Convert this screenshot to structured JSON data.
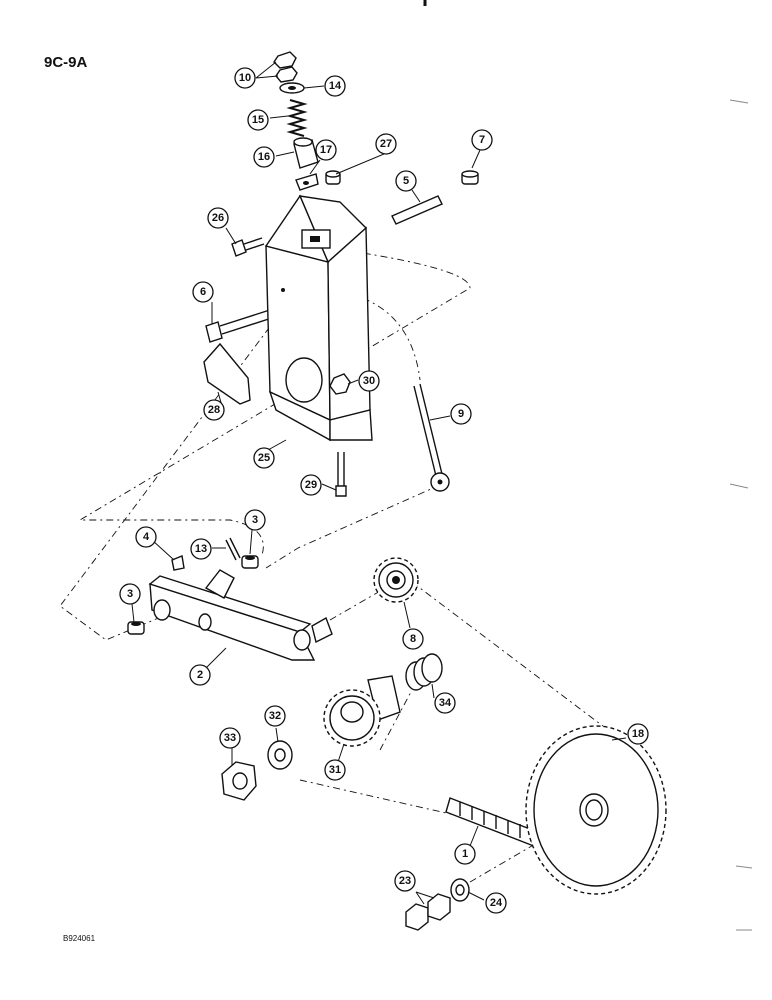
{
  "page": {
    "title": "9C-9A",
    "drawing_code": "B924061"
  },
  "callouts": [
    {
      "label": "10"
    },
    {
      "label": "14"
    },
    {
      "label": "15"
    },
    {
      "label": "16"
    },
    {
      "label": "17"
    },
    {
      "label": "27"
    },
    {
      "label": "7"
    },
    {
      "label": "5"
    },
    {
      "label": "26"
    },
    {
      "label": "6"
    },
    {
      "label": "28"
    },
    {
      "label": "30"
    },
    {
      "label": "9"
    },
    {
      "label": "25"
    },
    {
      "label": "29"
    },
    {
      "label": "4"
    },
    {
      "label": "13"
    },
    {
      "label": "3"
    },
    {
      "label": "3"
    },
    {
      "label": "2"
    },
    {
      "label": "8"
    },
    {
      "label": "34"
    },
    {
      "label": "33"
    },
    {
      "label": "32"
    },
    {
      "label": "31"
    },
    {
      "label": "18"
    },
    {
      "label": "1"
    },
    {
      "label": "23"
    },
    {
      "label": "24"
    }
  ]
}
